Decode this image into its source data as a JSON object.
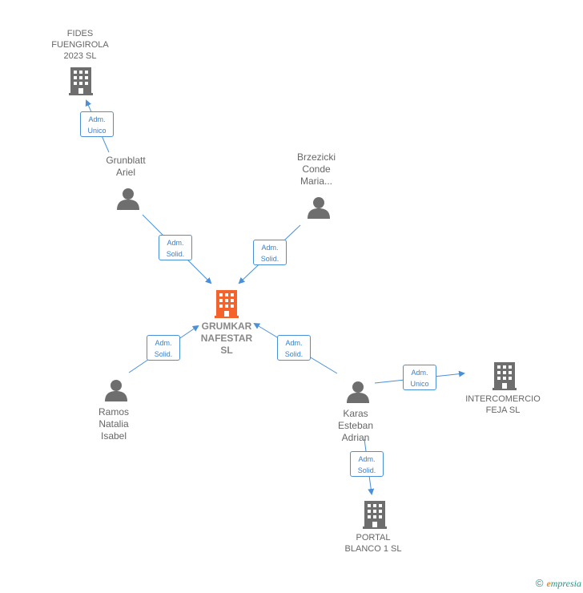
{
  "nodes": {
    "fides": {
      "label": "FIDES\nFUENGIROLA\n2023  SL"
    },
    "grunblatt": {
      "label": "Grunblatt\nAriel"
    },
    "brzezicki": {
      "label": "Brzezicki\nConde\nMaria..."
    },
    "grumkar": {
      "label": "GRUMKAR\nNAFESTAR\nSL"
    },
    "ramos": {
      "label": "Ramos\nNatalia\nIsabel"
    },
    "karas": {
      "label": "Karas\nEsteban\nAdrian"
    },
    "intercomercio": {
      "label": "INTERCOMERCIO\nFEJA  SL"
    },
    "portal": {
      "label": "PORTAL\nBLANCO 1  SL"
    }
  },
  "roles": {
    "r1": {
      "line1": "Adm.",
      "line2": "Unico"
    },
    "r2": {
      "line1": "Adm.",
      "line2": "Solid."
    },
    "r3": {
      "line1": "Adm.",
      "line2": "Solid."
    },
    "r4": {
      "line1": "Adm.",
      "line2": "Solid."
    },
    "r5": {
      "line1": "Adm.",
      "line2": "Solid."
    },
    "r6": {
      "line1": "Adm.",
      "line2": "Unico"
    },
    "r7": {
      "line1": "Adm.",
      "line2": "Solid."
    }
  },
  "icons": {
    "company": "building-icon",
    "person": "person-icon"
  },
  "colors": {
    "main_company": "#f4632c",
    "company": "#6e6e6e",
    "person": "#6e6e6e",
    "edge": "#4a90d9"
  },
  "footer": {
    "copyright": "©",
    "brand_e": "e",
    "brand_rest": "mpresia"
  }
}
